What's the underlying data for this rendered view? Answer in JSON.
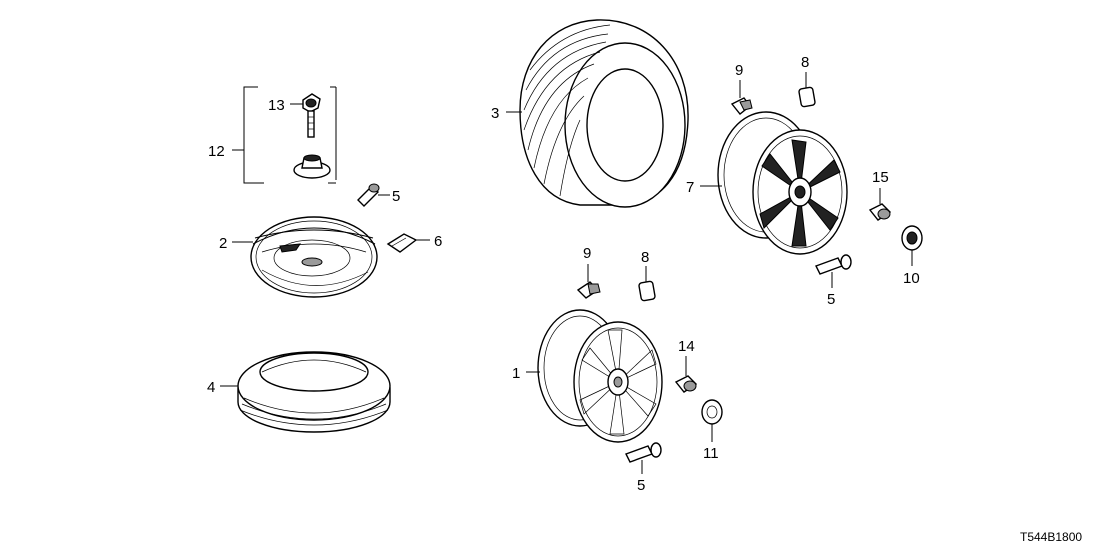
{
  "diagram_code": "T544B1800",
  "callouts": {
    "c1": "1",
    "c2": "2",
    "c3": "3",
    "c4": "4",
    "c5a": "5",
    "c5b": "5",
    "c5c": "5",
    "c6": "6",
    "c7": "7",
    "c8a": "8",
    "c8b": "8",
    "c9a": "9",
    "c9b": "9",
    "c10": "10",
    "c11": "11",
    "c12": "12",
    "c13": "13",
    "c14": "14",
    "c15": "15"
  }
}
